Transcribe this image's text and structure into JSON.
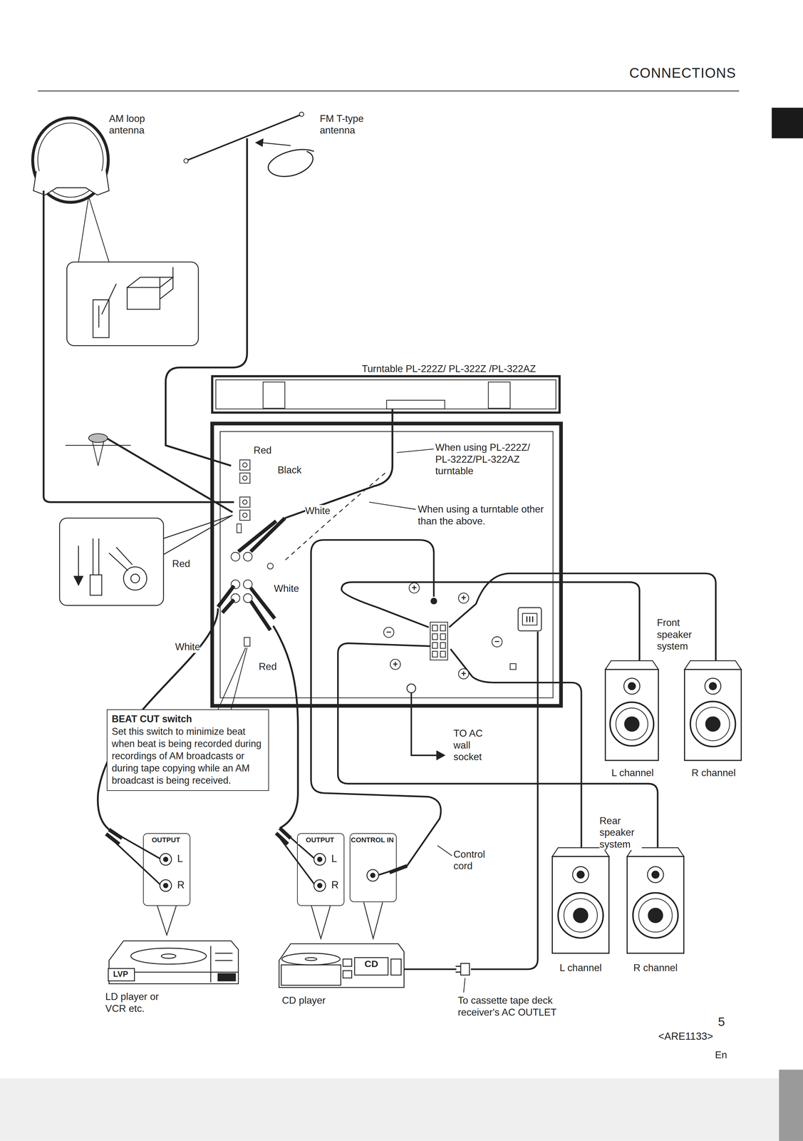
{
  "diagram": {
    "title": "CONNECTIONS",
    "nodes": [
      {
        "text": [
          "L channel"
        ]
      },
      {
        "text": [
          "R channel"
        ]
      },
      {
        "text": [
          "BEAT CUT switch",
          "Set this switch to minimize beat when beat is being recorded during recordings of AM broadcasts or during tape copying while an AM broadcast is being received."
        ]
      },
      {
        "text": [
          "OUTPUT",
          "L",
          "R"
        ]
      },
      {
        "text": [
          "OUTPUT",
          "L",
          "R"
        ]
      },
      {
        "text": [
          "CONTROL IN"
        ]
      },
      {
        "text": [
          "L channel"
        ]
      },
      {
        "text": [
          "R channel"
        ]
      },
      {
        "text": [
          "LVP",
          "LD player or VCR etc."
        ]
      },
      {
        "text": [
          "CD",
          "CD player"
        ]
      }
    ],
    "edges": [
      {
        "from": 3,
        "to": 8,
        "arrow": "none"
      },
      {
        "from": 4,
        "to": 9,
        "arrow": "none"
      },
      {
        "from": 5,
        "to": 9,
        "arrow": "none"
      }
    ],
    "labels": [
      "AM loop antenna",
      "FM T-type antenna",
      "Turntable PL-222Z/ PL-322Z /PL-322AZ",
      "Red",
      "Black",
      "White",
      "When using PL-222Z/ PL-322Z/PL-322AZ turntable",
      "When using a turntable other than the above.",
      "Red",
      "White",
      "+",
      "+",
      "Front speaker system",
      "−",
      "−",
      "White",
      "Red",
      "+",
      "+",
      "TO AC wall socket",
      "Rear speaker system",
      "Control cord",
      "To cassette tape deck receiver's AC OUTLET",
      "5",
      "<ARE1133>",
      "En"
    ]
  }
}
